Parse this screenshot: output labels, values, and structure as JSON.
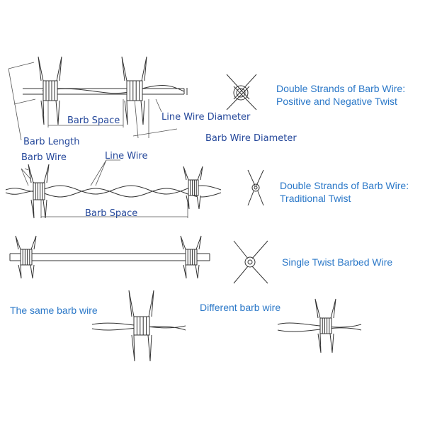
{
  "labels": {
    "barb_space_1": "Barb Space",
    "line_wire_diameter": "Line Wire Diameter",
    "barb_wire_diameter": "Barb Wire Diameter",
    "barb_length": "Barb Length",
    "barb_wire": "Barb Wire",
    "line_wire": "Line Wire",
    "barb_space_2": "Barb Space",
    "double_pos_neg_1": "Double Strands of Barb Wire:",
    "double_pos_neg_2": "Positive and Negative Twist",
    "double_trad_1": "Double Strands of Barb Wire:",
    "double_trad_2": "Traditional Twist",
    "single_twist": "Single Twist Barbed Wire",
    "same_barb": "The same barb wire",
    "different_barb": "Different barb wire"
  },
  "colors": {
    "label_dark": "#24479a",
    "label_light": "#2b78c8",
    "line": "#333333"
  }
}
